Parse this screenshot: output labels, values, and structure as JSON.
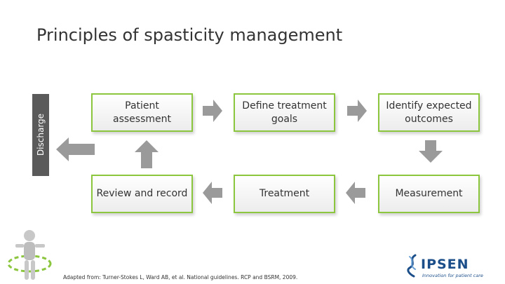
{
  "title": "Principles of spasticity management",
  "discharge": "Discharge",
  "boxes": {
    "patient_assessment": "Patient assessment",
    "define_goals": "Define treatment goals",
    "identify_outcomes": "Identify expected outcomes",
    "review_record": "Review and record",
    "treatment": "Treatment",
    "measurement": "Measurement"
  },
  "footnote": "Adapted from: Turner-Stokes L, Ward AB, et al. National guidelines. RCP and BSRM, 2009.",
  "logo": {
    "name": "IPSEN",
    "tagline": "Innovation for patient care",
    "color": "#1c4f8a"
  },
  "colors": {
    "box_border": "#8cc63f",
    "arrow": "#9a9a9a",
    "discharge_bar": "#5a5a5a"
  }
}
